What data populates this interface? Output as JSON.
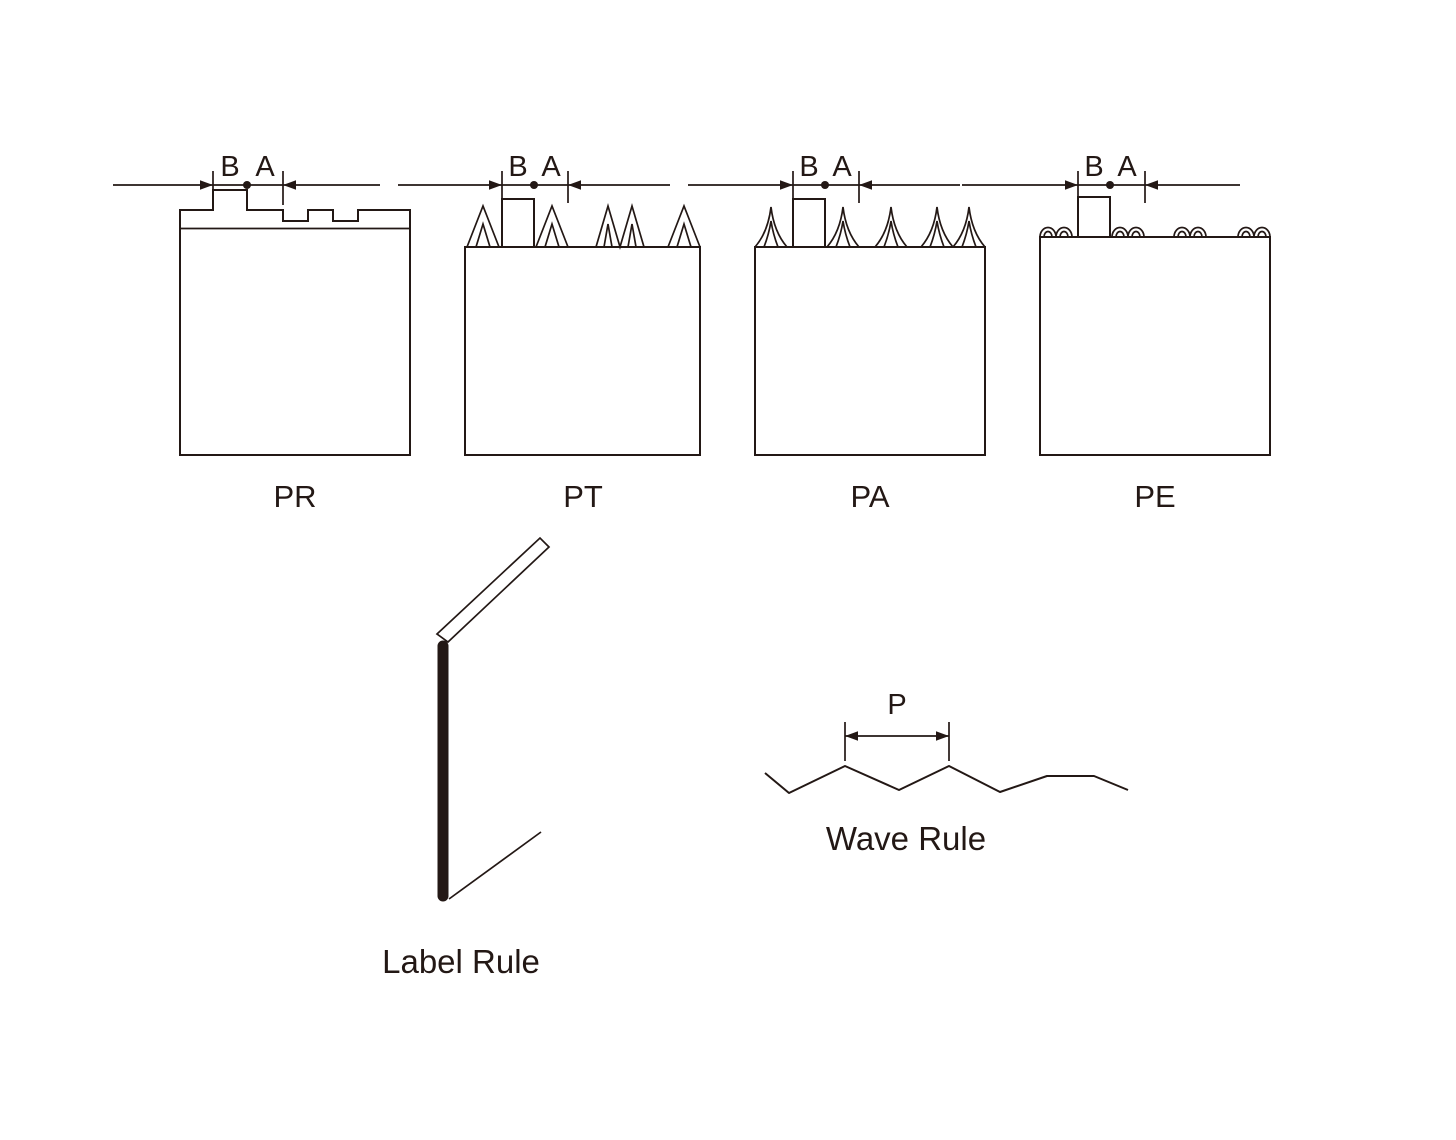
{
  "diagram": {
    "colors": {
      "line": "#231815",
      "background": "#ffffff"
    },
    "profiles": [
      {
        "name": "PR",
        "dim_b": "B",
        "dim_a": "A"
      },
      {
        "name": "PT",
        "dim_b": "B",
        "dim_a": "A"
      },
      {
        "name": "PA",
        "dim_b": "B",
        "dim_a": "A"
      },
      {
        "name": "PE",
        "dim_b": "B",
        "dim_a": "A"
      }
    ],
    "label_rule": {
      "caption": "Label Rule"
    },
    "wave_rule": {
      "caption": "Wave Rule",
      "pitch_label": "P"
    }
  }
}
